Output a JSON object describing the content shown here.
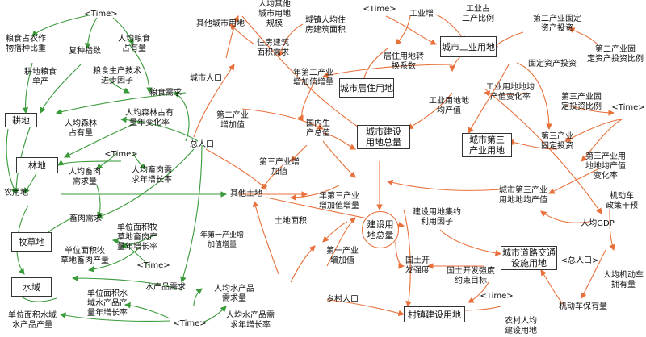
{
  "colors": {
    "green": "#3a9a3a",
    "orange": "#e8703a",
    "box_border": "#333333"
  },
  "stocks": {
    "farmland": "耕地",
    "forest": "林地",
    "pasture": "牧草地",
    "water": "水域",
    "city_industrial": "城市工业用地",
    "city_residential": "城市居住用地",
    "city_construction": "城市建设\n用地总量",
    "city_tertiary": "城市第三\n产业用地",
    "road": "城市道路交通\n设施用地",
    "village": "村镇建设用地"
  },
  "circle": {
    "land_total": "建设用\n地总量"
  },
  "labels": {
    "time_a": "<Time>",
    "grain_crop_ratio": "粮食占农作\n物播种比重",
    "yield_index": "复种指数",
    "per_capita_grain": "人均粮食\n占有量",
    "grain_per_area": "耕地粮食\n单产",
    "grain_tech": "粮食生产技术\n进步因子",
    "grain_demand": "粮食需求",
    "forest_per_capita": "人均森林\n占有量",
    "forest_rate": "人均森林占有\n量年变化率",
    "time_b": "<Time>",
    "meat_per_capita": "人均畜肉\n需求量",
    "meat_rate": "人均畜肉需\n求年增长率",
    "total_pop": "总人口",
    "farmland_use": "农用地",
    "other_land": "其他土地",
    "livestock_demand": "畜肉需求",
    "unit_meat": "单位面积牧\n草地畜肉产\n量年增长率",
    "unit_meat2": "单位面积牧\n草地畜肉产量",
    "time_c": "<Time>",
    "aqua_demand": "水产品需求",
    "unit_aqua": "单位面积水\n域水产品产\n量年增长率",
    "unit_aqua2": "单位面积水域\n水产品产量",
    "aqua_per_capita": "人均水产品\n需求量",
    "aqua_rate": "人均水产品需\n求年增长率",
    "time_d": "<Time>",
    "other_city": "其他城市用地",
    "per_other_city": "人均其他\n城市用地\n规模",
    "urban_residence": "城镇人均住\n房建筑面积",
    "time_e": "<Time>",
    "housing_demand": "住房建筑\n面积需求",
    "city_pop": "城市人口",
    "secondary_growth": "年第二产业\n增加值增量",
    "residential_coef": "居住用地转\n换系数",
    "industry_growth": "工业增",
    "industry_ratio": "工业占\n二产比例",
    "secondary_fixed": "第二产业固定\n资产投资",
    "secondary_ratio": "第二产业固\n定资产投资比例",
    "fixed_invest": "固定资产投资",
    "secondary_value": "第二产业\n增加值",
    "gdp_val": "国内生\n产总值",
    "industry_output": "工业用地地均\n产值变化率",
    "industry_land_value": "工业用地地\n均产值",
    "tertiary_fixed_ratio": "第三产业固\n定投资比例",
    "time_f": "<Time>",
    "tertiary_fixed": "第三产业\n固定投资",
    "tertiary_value": "第三产业增\n加值",
    "tertiary_growth": "年第三产业\n增加值增量",
    "tertiary_land_rate": "第三产业用\n地地均产值\n变化率",
    "tertiary_land_value": "城市第三产业\n用地地均产值",
    "land_area": "土地面积",
    "primary_growth_lbl": "年第一产业增\n加值增量",
    "primary_value": "第一产业\n增加值",
    "concentration": "建设用地集约\n利用因子",
    "vehicle_policy": "机动车\n政策干预",
    "per_gdp": "人均GDP",
    "total_pop_ref": "<总人口>",
    "vehicle_per": "人均机动车\n拥有量",
    "land_dev": "国土开\n发强度",
    "dev_target": "国土开发强度\n约束目标",
    "time_g": "<Time>",
    "vehicle_stock": "机动车保有量",
    "rural_pop": "乡村人口",
    "rural_per": "农村人均\n建设用地"
  }
}
